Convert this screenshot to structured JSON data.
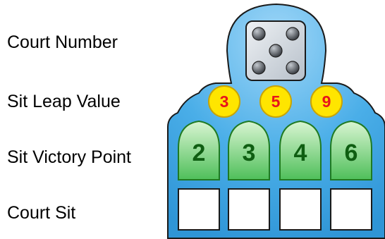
{
  "labels": {
    "court_number": "Court Number",
    "sit_leap_value": "Sit Leap Value",
    "sit_victory_point": "Sit Victory Point",
    "court_sit": "Court Sit"
  },
  "court_number_die": {
    "pips": 5,
    "icon": "die-five-icon"
  },
  "leap_values": [
    "3",
    "5",
    "9"
  ],
  "victory_points": [
    "2",
    "3",
    "4",
    "6"
  ],
  "court_sits": [
    {
      "id": "sit-1",
      "filled": false
    },
    {
      "id": "sit-2",
      "filled": false
    },
    {
      "id": "sit-3",
      "filled": false
    },
    {
      "id": "sit-4",
      "filled": false
    }
  ],
  "colors": {
    "board_fill": "#4aaee8",
    "board_highlight": "#9fd6f7",
    "board_outline": "#1a1a1a",
    "leap_circle_fill": "#ffe500",
    "leap_circle_stroke": "#c9a400",
    "leap_text": "#e8141b",
    "arch_fill_top": "#d9f5d2",
    "arch_fill_bottom": "#4fbf5a",
    "arch_stroke": "#1f7a22",
    "vp_text": "#0f5e12",
    "die_fill": "#cfd6de",
    "pip_fill": "#3b3f45",
    "sit_fill": "#ffffff"
  }
}
